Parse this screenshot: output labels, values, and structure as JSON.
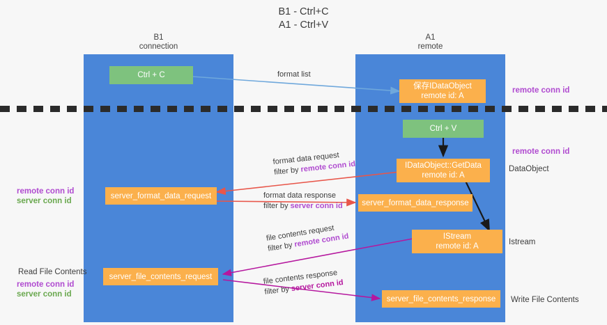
{
  "title": {
    "line1": "B1 - Ctrl+C",
    "line2": "A1 - Ctrl+V"
  },
  "columns": [
    {
      "name": "B1",
      "role": "connection"
    },
    {
      "name": "A1",
      "role": "remote"
    }
  ],
  "nodes": [
    {
      "id": "ctrl-c",
      "line1": "Ctrl + C",
      "line2": "",
      "color": "#7ec27e"
    },
    {
      "id": "idataobject-store",
      "line1": "保存IDataObject",
      "line2": "remote id: A",
      "color": "#fbb04c"
    },
    {
      "id": "ctrl-v",
      "line1": "Ctrl + V",
      "line2": "",
      "color": "#7ec27e"
    },
    {
      "id": "idataobject-getdata",
      "line1": "IDataObject::GetData",
      "line2": "remote id: A",
      "color": "#fbb04c"
    },
    {
      "id": "server-format-data-request",
      "line1": "server_format_data_request",
      "line2": "",
      "color": "#fbb04c"
    },
    {
      "id": "server-format-data-response",
      "line1": "server_format_data_response",
      "line2": "",
      "color": "#fbb04c"
    },
    {
      "id": "istream",
      "line1": "IStream",
      "line2": "remote id: A",
      "color": "#fbb04c"
    },
    {
      "id": "server-file-contents-request",
      "line1": "server_file_contents_request",
      "line2": "",
      "color": "#fbb04c"
    },
    {
      "id": "server-file-contents-response",
      "line1": "server_file_contents_response",
      "line2": "",
      "color": "#fbb04c"
    }
  ],
  "edge_labels": {
    "format_list": "format list",
    "format_data_request": "format data request",
    "format_data_request_filter_prefix": "filter by ",
    "format_data_request_filter_key": "remote conn id",
    "format_data_response": "format data response",
    "format_data_response_filter_prefix": "filter by ",
    "format_data_response_filter_key": "server conn id",
    "file_contents_request": "file contents request",
    "file_contents_request_filter_prefix": "filter by ",
    "file_contents_request_filter_key": "remote conn id",
    "file_contents_response": "file contents response",
    "file_contents_response_filter_prefix": "filter by ",
    "file_contents_response_filter_key": "server conn id"
  },
  "side_labels": {
    "right_top_remote_conn_id": "remote conn id",
    "right_mid_remote_conn_id": "remote conn id",
    "right_dataobject": "DataObject",
    "right_istream": "Istream",
    "right_write_file_contents": "Write File Contents",
    "left_remote_conn_id": "remote conn id",
    "left_server_conn_id": "server conn id",
    "left_read_file_contents": "Read File Contents",
    "left_bottom_remote_conn_id": "remote conn id",
    "left_bottom_server_conn_id": "server conn id"
  },
  "colors": {
    "lane": "#4a86d8",
    "node_green": "#7ec27e",
    "node_orange": "#fbb04c",
    "purple": "#b04bd0",
    "green_text": "#6aa84f",
    "magenta": "#b5179e",
    "red_arrow": "#e8564a",
    "blue_arrow": "#6fa8dc",
    "black_arrow": "#1a1a1a",
    "background": "#f7f7f7"
  }
}
